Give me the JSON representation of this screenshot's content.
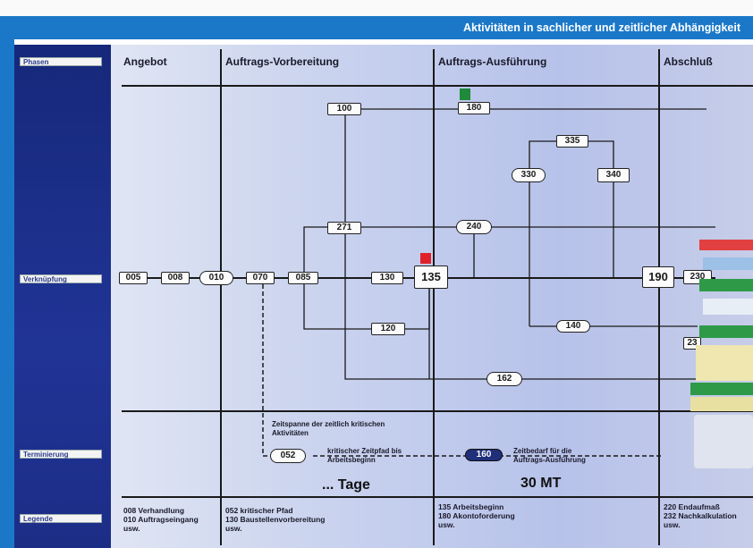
{
  "title": "Aktivitäten in sachlicher und zeitlicher Abhängigkeit",
  "row_labels": {
    "phasen": "Phasen",
    "verknuepfung": "Verknüpfung",
    "terminierung": "Terminierung",
    "legende": "Legende"
  },
  "phases": {
    "angebot": "Angebot",
    "vorbereitung": "Auftrags-Vorbereitung",
    "ausfuehrung": "Auftrags-Ausführung",
    "abschluss": "Abschluß"
  },
  "nodes": {
    "n005": "005",
    "n008": "008",
    "n010": "010",
    "n070": "070",
    "n085": "085",
    "n130": "130",
    "n135": "135",
    "n100": "100",
    "n180": "180",
    "n271": "271",
    "n240": "240",
    "n335": "335",
    "n330": "330",
    "n340": "340",
    "n190": "190",
    "n230": "230",
    "n120": "120",
    "n140": "140",
    "n162": "162",
    "n23": "23",
    "n052": "052",
    "n160": "160"
  },
  "timing": {
    "critical_span": "Zeitspanne der zeitlich kritischen\nAktivitäten",
    "critical_path": "kritischer Zeitpfad bis\nArbeitsbeginn",
    "time_need": "Zeitbedarf für die\nAuftrags-Ausführung",
    "tage": "... Tage",
    "mt": "30 MT"
  },
  "legend": {
    "col1": "008 Verhandlung\n010 Auftragseingang\nusw.",
    "col2": "052 kritischer Pfad\n130 Baustellenvorbereitung\nusw.",
    "col3": "135 Arbeitsbeginn\n180 Akontoforderung\nusw.",
    "col4": "220 Endaufmaß\n232 Nachkalkulation\nusw."
  },
  "colors": {
    "title_bar": "#1b78c8",
    "left_panel": "#1c2d86",
    "marker_red": "#e0202a",
    "marker_green": "#1f8a3a",
    "node_dark": "#1f2f7a"
  }
}
